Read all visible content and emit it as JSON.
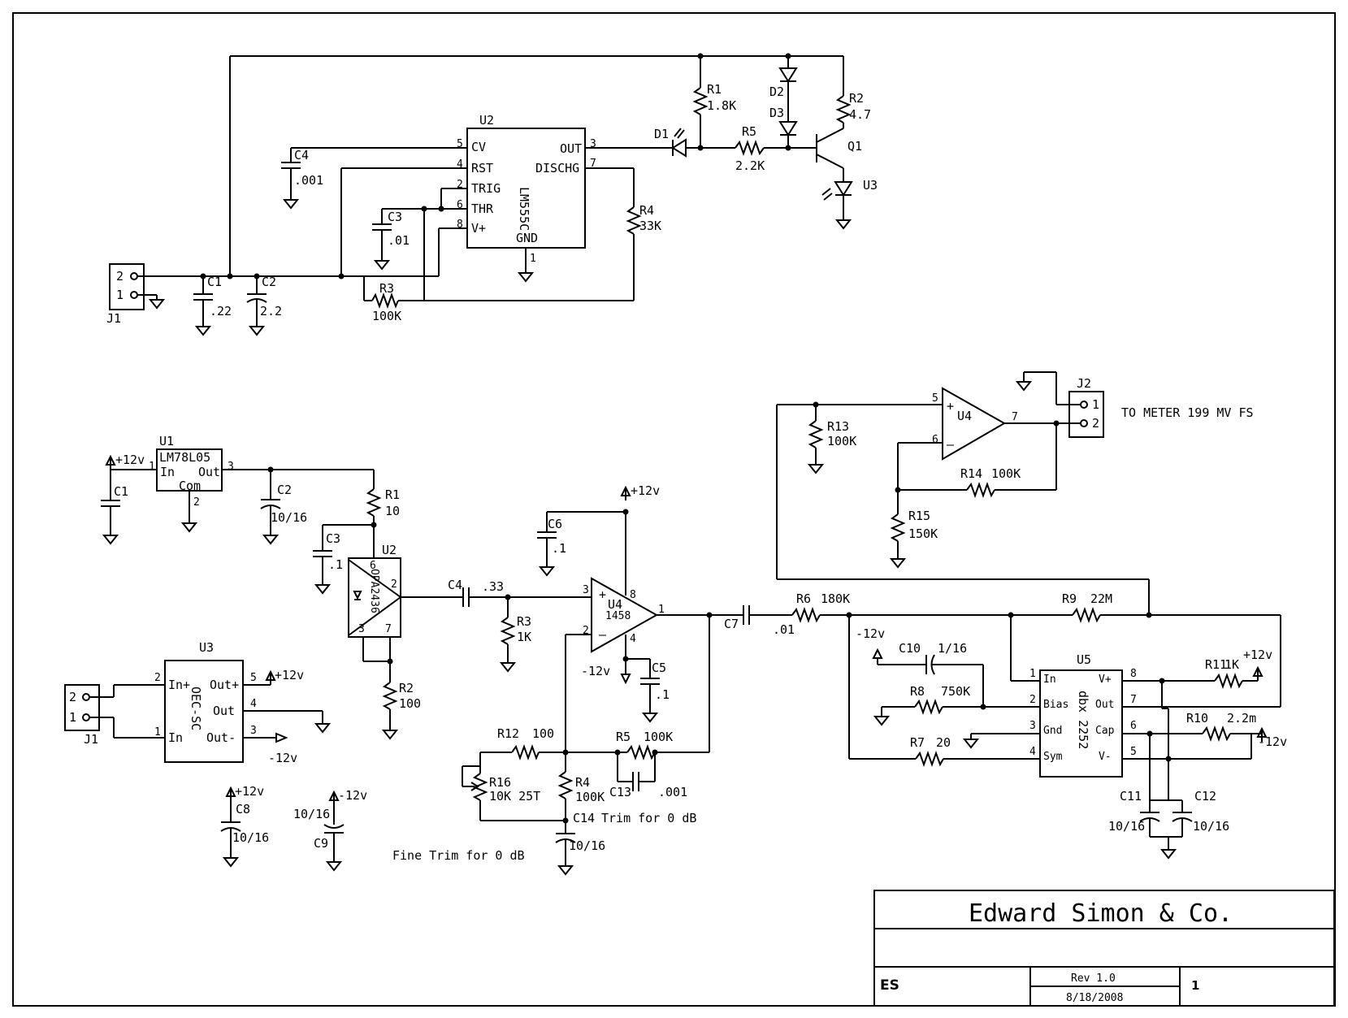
{
  "circuit1": {
    "u2": {
      "ref": "U2",
      "part": "LM555C",
      "pins": {
        "cv": "CV",
        "rst": "RST",
        "trig": "TRIG",
        "thr": "THR",
        "vp": "V+",
        "out": "OUT",
        "dischg": "DISCHG",
        "gnd": "GND"
      },
      "pin_numbers": {
        "cv": "5",
        "rst": "4",
        "trig": "2",
        "thr": "6",
        "vp": "8",
        "out": "3",
        "dischg": "7",
        "gnd": "1"
      }
    },
    "c4": {
      "ref": "C4",
      "value": ".001"
    },
    "c3": {
      "ref": "C3",
      "value": ".01"
    },
    "c1": {
      "ref": "C1",
      "value": ".22"
    },
    "c2": {
      "ref": "C2",
      "value": "2.2"
    },
    "r1": {
      "ref": "R1",
      "value": "1.8K"
    },
    "r2": {
      "ref": "R2",
      "value": "4.7"
    },
    "r3": {
      "ref": "R3",
      "value": "100K"
    },
    "r4": {
      "ref": "R4",
      "value": "33K"
    },
    "r5": {
      "ref": "R5",
      "value": "2.2K"
    },
    "d1": "D1",
    "d2": "D2",
    "d3": "D3",
    "q1": "Q1",
    "u3": "U3",
    "j1": {
      "ref": "J1",
      "pin2": "2",
      "pin1": "1"
    }
  },
  "circuit2": {
    "u1": {
      "ref": "U1",
      "part": "LM78L05",
      "in": "In",
      "out": "Out",
      "com": "Com",
      "pin1": "1",
      "pin2": "2",
      "pin3": "3"
    },
    "supply_pos": "+12v",
    "supply_neg": "-12v",
    "c1": {
      "ref": "C1"
    },
    "c2": {
      "ref": "C2",
      "value": "10/16"
    },
    "r1": {
      "ref": "R1",
      "value": "10"
    },
    "c3": {
      "ref": "C3",
      "value": ".1"
    },
    "u2": {
      "ref": "U2",
      "part": "OPA2436",
      "pin6": "6",
      "pin2": "2",
      "pin3": "3",
      "pin7": "7"
    },
    "r2": {
      "ref": "R2",
      "value": "100"
    },
    "c4": {
      "ref": "C4",
      "value": ".33"
    },
    "r3": {
      "ref": "R3",
      "value": "1K"
    },
    "c6": {
      "ref": "C6",
      "value": ".1"
    },
    "u4": {
      "ref": "U4",
      "part": "1458",
      "pin3": "3",
      "pin2": "2",
      "pin8": "8",
      "pin4": "4",
      "pin1": "1"
    },
    "c5": {
      "ref": "C5",
      "value": ".1"
    },
    "r12": {
      "ref": "R12",
      "value": "100"
    },
    "r16": {
      "ref": "R16",
      "value": "10K 25T"
    },
    "r4": {
      "ref": "R4",
      "value": "100K"
    },
    "r5": {
      "ref": "R5",
      "value": "100K"
    },
    "c13": {
      "ref": "C13",
      "value": ".001"
    },
    "c14": {
      "ref": "C14",
      "note": "Trim for 0 dB"
    },
    "c14_value": "10/16",
    "fine_trim": "Fine Trim for 0 dB",
    "u3": {
      "ref": "U3",
      "part": "OEC-SC",
      "in_p": "In+",
      "in_n": "In",
      "out_p": "Out+",
      "out": "Out",
      "out_n": "Out-",
      "p2": "2",
      "p1": "1",
      "p5": "5",
      "p4": "4",
      "p3": "3"
    },
    "j1": {
      "ref": "J1",
      "pin2": "2",
      "pin1": "1"
    },
    "c8": {
      "ref": "C8",
      "value": "10/16"
    },
    "c9": {
      "ref": "C9",
      "value": "10/16"
    },
    "c7": {
      "ref": "C7",
      "value": ".01"
    },
    "r6": {
      "ref": "R6",
      "value": "180K"
    },
    "r9": {
      "ref": "R9",
      "value": "22M"
    },
    "r13": {
      "ref": "R13",
      "value": "100K"
    },
    "r14": {
      "ref": "R14",
      "value": "100K"
    },
    "r15": {
      "ref": "R15",
      "value": "150K"
    },
    "u4b": {
      "ref": "U4",
      "pin5": "5",
      "pin6": "6",
      "pin7": "7",
      "plus": "+",
      "minus": "–"
    },
    "j2": {
      "ref": "J2",
      "pin1": "1",
      "pin2": "2"
    },
    "meter": "TO METER 199 MV FS",
    "c10": {
      "ref": "C10",
      "value": "1/16"
    },
    "r8": {
      "ref": "R8",
      "value": "750K"
    },
    "r7": {
      "ref": "R7",
      "value": "20"
    },
    "u5": {
      "ref": "U5",
      "part": "dbx 2252",
      "in": "In",
      "bias": "Bias",
      "gnd": "Gnd",
      "sym": "Sym",
      "vp": "V+",
      "out": "Out",
      "cap": "Cap",
      "vm": "V-",
      "p1": "1",
      "p2": "2",
      "p3": "3",
      "p4": "4",
      "p8": "8",
      "p7": "7",
      "p6": "6",
      "p5": "5"
    },
    "r11": {
      "ref": "R11",
      "value": "1K"
    },
    "r10": {
      "ref": "R10",
      "value": "2.2m"
    },
    "c11": {
      "ref": "C11",
      "value": "10/16"
    },
    "c12": {
      "ref": "C12",
      "value": "10/16"
    }
  },
  "title_block": {
    "company": "Edward Simon & Co.",
    "initials": "ES",
    "rev": "Rev 1.0",
    "date": "8/18/2008",
    "sheet": "1"
  }
}
